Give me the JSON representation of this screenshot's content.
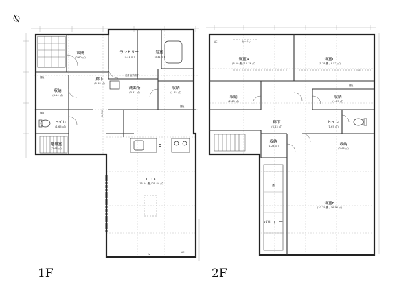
{
  "floor_labels": {
    "first": "1F",
    "second": "2F"
  },
  "first_floor": {
    "rooms": {
      "entrance": {
        "name": "玄関",
        "area": "(2.60 ㎡)"
      },
      "laundry": {
        "name": "ランドリー",
        "area": "(3.31 ㎡)"
      },
      "bath": {
        "name": "浴室",
        "area": "(3.31 ㎡)"
      },
      "storage_left": {
        "name": "収納",
        "area": "(4.14 ㎡)"
      },
      "hall": {
        "name": "廊下",
        "area": "(5.38 ㎡)"
      },
      "washroom": {
        "name": "洗面所",
        "area": "(3.31 ㎡)"
      },
      "storage_right": {
        "name": "収納",
        "area": "(1.65 ㎡)"
      },
      "toilet": {
        "name": "トイレ",
        "area": "(1.65 ㎡)"
      },
      "shoe_room": {
        "name": "階段室",
        "area": "(2.48 ㎡)"
      },
      "ldk": {
        "name": "L.D.K",
        "area": "(15.24 畳 / 24.84 ㎡)"
      }
    },
    "notes": {
      "shelf": "棚板",
      "shelf2": "棚板",
      "shelf3": "棚板",
      "hanger": "洗濯 室内物干",
      "ac": "AC",
      "lv": "LV",
      "udx": "U.D.X"
    }
  },
  "second_floor": {
    "rooms": {
      "western_a": {
        "name": "洋室A",
        "area": "(6.50 畳 / 10.76 ㎡)"
      },
      "western_c": {
        "name": "洋室C",
        "area": "(5.78 畳 / 9.52 ㎡)"
      },
      "storage_a": {
        "name": "収納",
        "area": "(2.48 ㎡)"
      },
      "storage_c": {
        "name": "収納",
        "area": "(1.65 ㎡)"
      },
      "hall": {
        "name": "廊下",
        "area": "(6.63 ㎡)"
      },
      "toilet": {
        "name": "トイレ",
        "area": "(1.65 ㎡)"
      },
      "storage_mid": {
        "name": "収納",
        "area": "(1.24 ㎡)"
      },
      "storage_right": {
        "name": "収納",
        "area": "(2.48 ㎡)"
      },
      "western_b": {
        "name": "洋室B",
        "area": "(10.75 畳 / 16.56 ㎡)"
      },
      "balcony": {
        "name": "バルコニー"
      },
      "window_note": {
        "name": "透"
      }
    },
    "notes": {
      "curtain": "カーテン",
      "shelf": "棚板",
      "ac": "AC",
      "lv": "LV"
    }
  }
}
